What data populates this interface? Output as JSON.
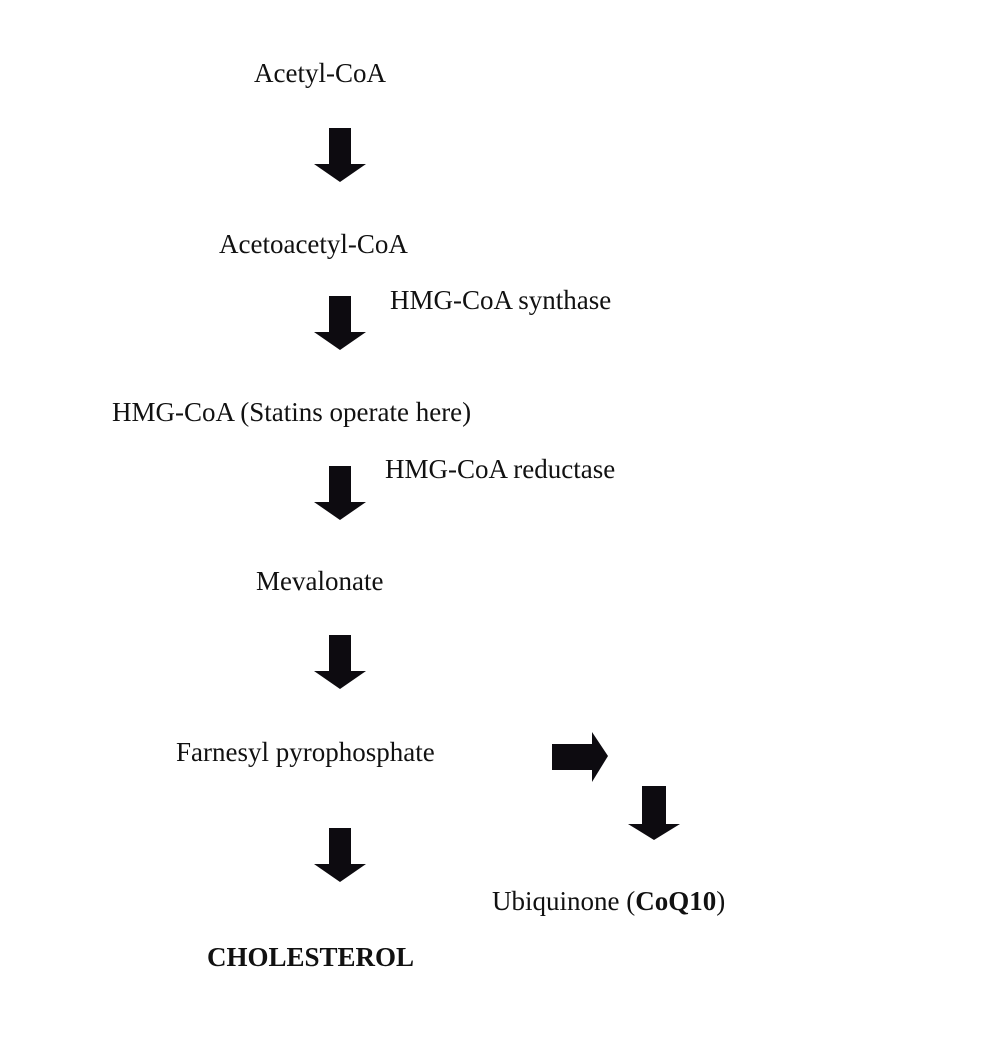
{
  "diagram": {
    "title": "Cholesterol biosynthesis pathway",
    "colors": {
      "text": "#111111",
      "arrow": "#0d0b10",
      "background": "#ffffff"
    },
    "nodes": [
      {
        "id": "acetyl-coa",
        "label": "Acetyl-CoA"
      },
      {
        "id": "acetoacetyl-coa",
        "label": "Acetoacetyl-CoA"
      },
      {
        "id": "hmg-coa",
        "label": "HMG-CoA (Statins operate here)"
      },
      {
        "id": "mevalonate",
        "label": "Mevalonate"
      },
      {
        "id": "farnesyl",
        "label": "Farnesyl pyrophosphate"
      },
      {
        "id": "cholesterol",
        "label": "CHOLESTEROL"
      },
      {
        "id": "ubiquinone",
        "label": "Ubiquinone (",
        "label_bold": "CoQ10",
        "label_end": ")"
      }
    ],
    "enzymes": [
      {
        "id": "hmg-coa-synthase",
        "label": "HMG-CoA synthase"
      },
      {
        "id": "hmg-coa-reductase",
        "label": "HMG-CoA reductase"
      }
    ],
    "edges": [
      {
        "from": "acetyl-coa",
        "to": "acetoacetyl-coa",
        "direction": "down"
      },
      {
        "from": "acetoacetyl-coa",
        "to": "hmg-coa",
        "direction": "down",
        "enzyme": "hmg-coa-synthase"
      },
      {
        "from": "hmg-coa",
        "to": "mevalonate",
        "direction": "down",
        "enzyme": "hmg-coa-reductase"
      },
      {
        "from": "mevalonate",
        "to": "farnesyl",
        "direction": "down"
      },
      {
        "from": "farnesyl",
        "to": "cholesterol",
        "direction": "down"
      },
      {
        "from": "farnesyl",
        "to": "ubiquinone",
        "direction": "right-then-down"
      }
    ]
  }
}
